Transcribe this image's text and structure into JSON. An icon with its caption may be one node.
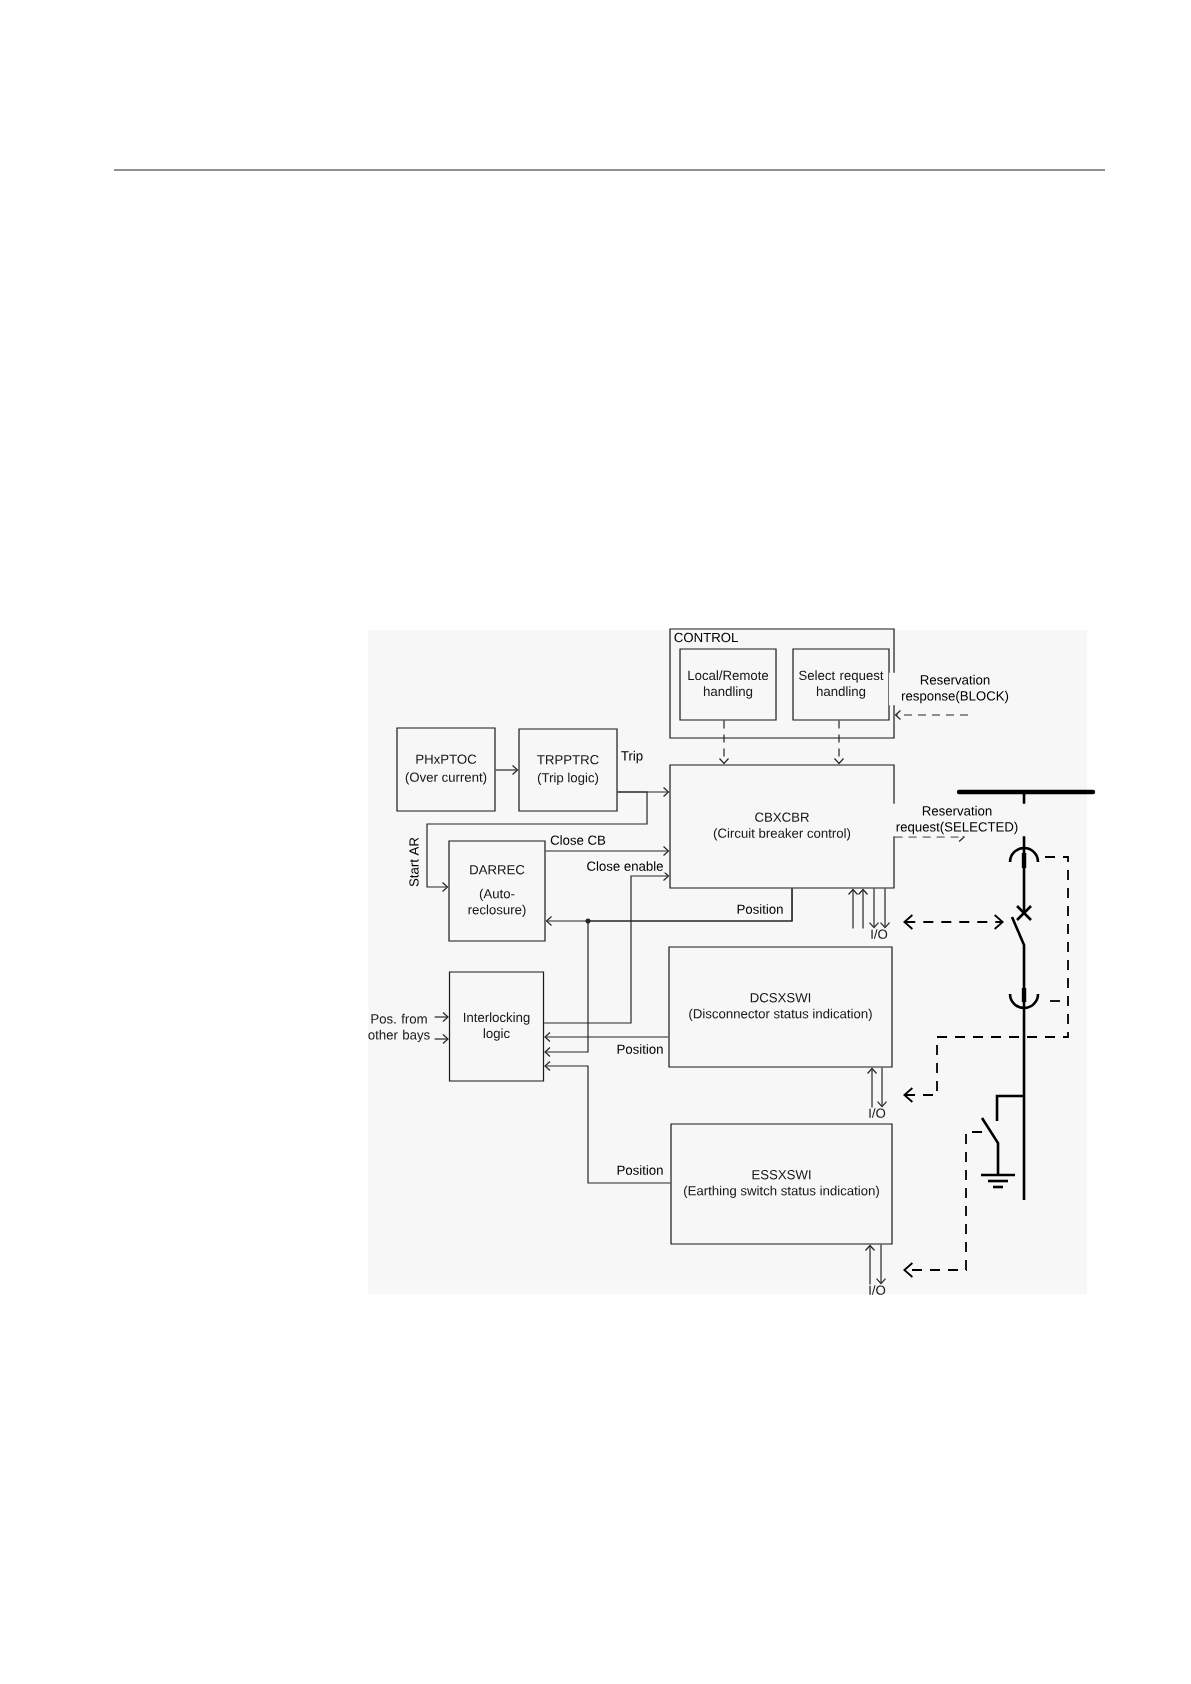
{
  "diagram": {
    "nodes": [
      {
        "text": [
          "CONTROL"
        ]
      },
      {
        "text": [
          "Local/Remote handling"
        ],
        "in": 0
      },
      {
        "text": [
          "Select request handling"
        ],
        "in": 0
      },
      {
        "text": [
          "PHxPTOC",
          "(Over current)"
        ]
      },
      {
        "text": [
          "TRPPTRC",
          "(Trip logic)"
        ]
      },
      {
        "text": [
          "CBXCBR",
          "(Circuit breaker control)"
        ]
      },
      {
        "text": [
          "DARREC",
          "(Auto- reclosure)"
        ]
      },
      {
        "text": [
          "Pos. from other bays"
        ]
      },
      {
        "text": [
          "Interlocking logic"
        ]
      },
      {
        "text": [
          "DCSXSWI",
          "(Disconnector status indication)"
        ]
      },
      {
        "text": [
          "ESSXSWI",
          "(Earthing switch status indication)"
        ]
      },
      {
        "text": [
          "I/O"
        ]
      },
      {
        "text": [
          "I/O"
        ]
      },
      {
        "text": [
          "I/O"
        ]
      }
    ],
    "edges": [
      {
        "from": 1,
        "to": 5,
        "arrow": "to",
        "style": "dashed"
      },
      {
        "from": 2,
        "to": 5,
        "arrow": "to",
        "style": "dashed"
      },
      {
        "from": null,
        "to": 0,
        "arrow": "to",
        "style": "dashed",
        "label": "Reservation response(BLOCK)"
      },
      {
        "from": 3,
        "to": 4,
        "arrow": "to"
      },
      {
        "from": 4,
        "to": 5,
        "arrow": "to",
        "label": "Trip"
      },
      {
        "from": 4,
        "to": 6,
        "arrow": "to",
        "label": "Start AR"
      },
      {
        "from": 6,
        "to": 5,
        "arrow": "to",
        "label": "Close CB"
      },
      {
        "from": 8,
        "to": 5,
        "arrow": "to",
        "label": "Close enable"
      },
      {
        "from": 5,
        "to": 6,
        "arrow": "to",
        "label": "Position"
      },
      {
        "from": 5,
        "to": 8,
        "arrow": "to"
      },
      {
        "from": 9,
        "to": 8,
        "arrow": "to",
        "label": "Position"
      },
      {
        "from": 10,
        "to": 8,
        "arrow": "to",
        "label": "Position"
      },
      {
        "from": 5,
        "to": null,
        "arrow": "to",
        "style": "dashed",
        "label": "Reservation request(SELECTED)"
      },
      {
        "from": 11,
        "to": 5,
        "arrow": "to"
      },
      {
        "from": 11,
        "to": 5,
        "arrow": "to"
      },
      {
        "from": 5,
        "to": 11,
        "arrow": "to"
      },
      {
        "from": 5,
        "to": 11,
        "arrow": "to"
      },
      {
        "from": 12,
        "to": 9,
        "arrow": "to"
      },
      {
        "from": 9,
        "to": 12,
        "arrow": "to"
      },
      {
        "from": 13,
        "to": 10,
        "arrow": "to"
      },
      {
        "from": 10,
        "to": 13,
        "arrow": "to"
      },
      {
        "from": 7,
        "to": 8,
        "arrow": "to"
      },
      {
        "from": 7,
        "to": 8,
        "arrow": "to"
      }
    ]
  }
}
